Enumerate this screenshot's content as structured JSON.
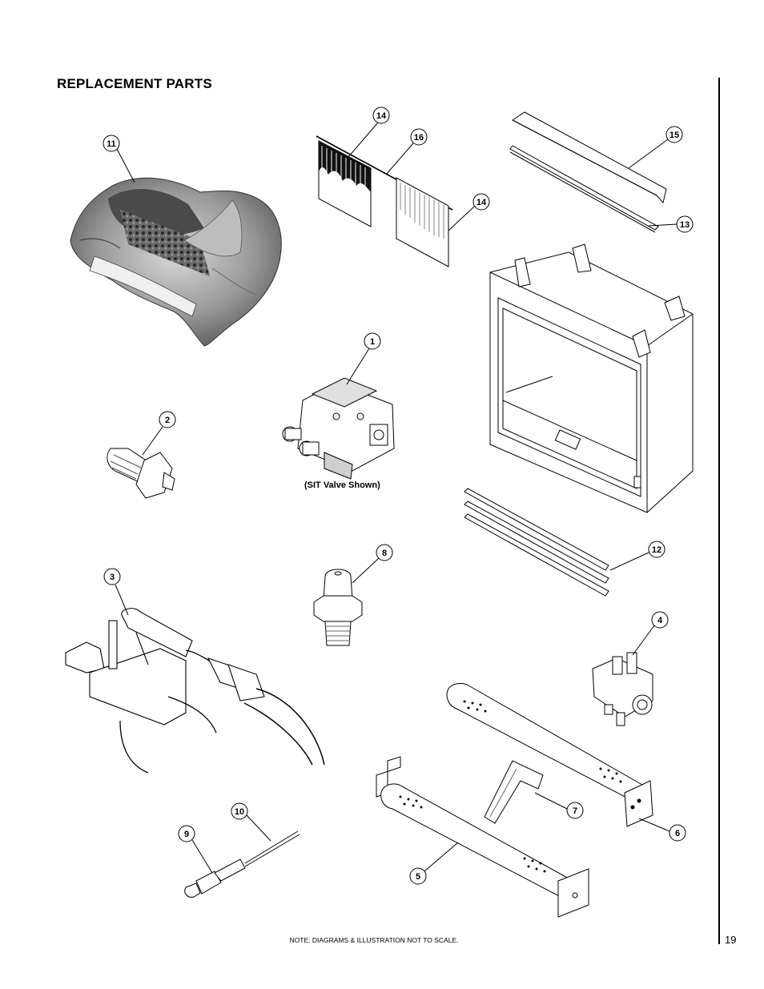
{
  "title": "REPLACEMENT PARTS",
  "caption": "(SIT Valve Shown)",
  "note": "NOTE: DIAGRAMS & ILLUSTRATION NOT TO SCALE.",
  "page_number": "19",
  "callouts": [
    "1",
    "2",
    "3",
    "4",
    "5",
    "6",
    "7",
    "8",
    "9",
    "10",
    "11",
    "12",
    "13",
    "14",
    "14",
    "15",
    "16"
  ]
}
